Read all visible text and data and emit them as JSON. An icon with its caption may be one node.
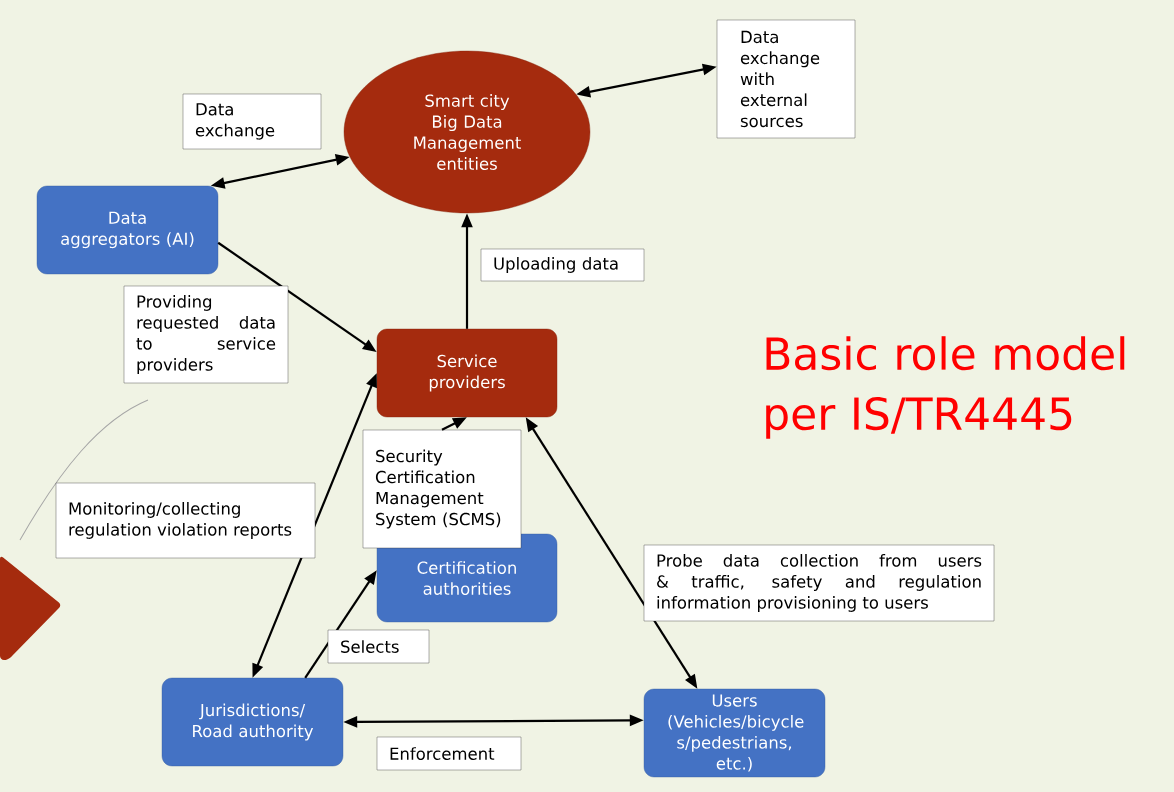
{
  "diagram": {
    "title": "Basic role model per IS/TR4445",
    "nodes": [
      {
        "text": [
          "Smart city Big Data Management entities"
        ]
      },
      {
        "text": [
          "Data exchange with external sources"
        ]
      },
      {
        "text": [
          "Data aggregators (AI)"
        ]
      },
      {
        "text": [
          "Service providers"
        ]
      },
      {
        "text": [
          "Certification authorities"
        ]
      },
      {
        "text": [
          "Jurisdictions/ Road authority"
        ]
      },
      {
        "text": [
          "Users (Vehicles/bicycle s/pedestrians, etc.)"
        ]
      },
      {
        "text": [
          "Security Certification Management System (SCMS)"
        ]
      }
    ],
    "edges": [
      {
        "from": 0,
        "to": 1,
        "arrow": "both"
      },
      {
        "from": 2,
        "to": 0,
        "arrow": "both",
        "label": "Data exchange"
      },
      {
        "from": 2,
        "to": 3,
        "arrow": "to",
        "label": "Providing requested data to service providers"
      },
      {
        "from": 3,
        "to": 0,
        "arrow": "to",
        "label": "Uploading data"
      },
      {
        "from": 7,
        "to": 3,
        "arrow": "to"
      },
      {
        "from": 3,
        "to": 5,
        "arrow": "both",
        "label": "Monitoring/collecting regulation violation reports"
      },
      {
        "from": 5,
        "to": 4,
        "arrow": "to",
        "label": "Selects"
      },
      {
        "from": 3,
        "to": 6,
        "arrow": "both",
        "label": "Probe data collection from users & traffic, safety and regulation information provisioning to users"
      },
      {
        "from": 5,
        "to": 6,
        "arrow": "both",
        "label": "Enforcement"
      }
    ]
  }
}
